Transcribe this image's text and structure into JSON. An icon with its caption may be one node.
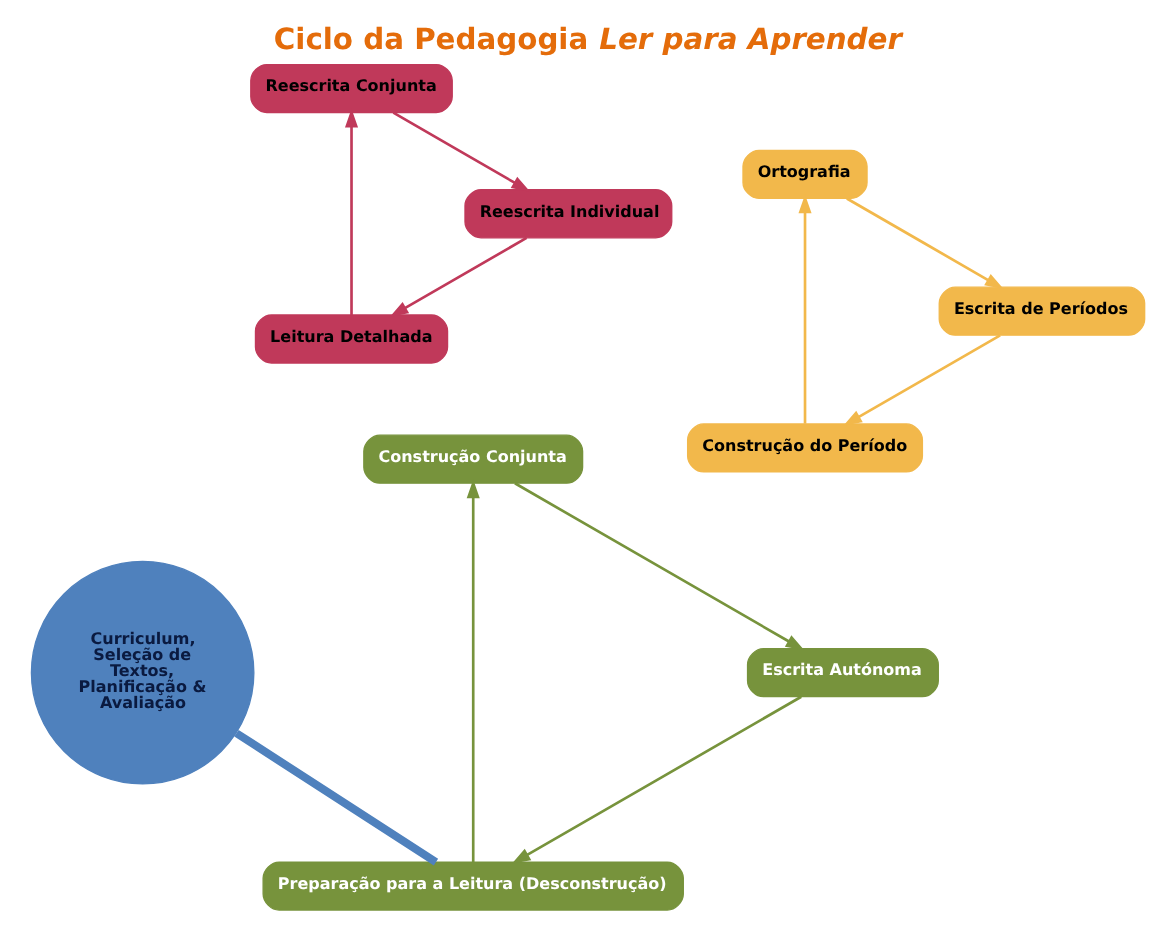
{
  "diagram": {
    "title": "Ciclo da Pedagogia *Ler para Aprender*",
    "nodes": [
      {
        "text": [
          "Curriculum, Seleção de Textos, Planificação & Avaliação"
        ]
      },
      {
        "text": [
          "Preparação para a Leitura (Desconstrução)"
        ]
      },
      {
        "text": [
          "Leitura Detalhada"
        ]
      },
      {
        "text": [
          "Construção do Período"
        ]
      },
      {
        "text": [
          "Escrita de Períodos"
        ]
      },
      {
        "text": [
          "Ortografia"
        ]
      },
      {
        "text": [
          "Reescrita Individual"
        ]
      },
      {
        "text": [
          "Reescrita Conjunta"
        ]
      },
      {
        "text": [
          "Escrita Autónoma"
        ]
      },
      {
        "text": [
          "Construção Conjunta"
        ]
      }
    ],
    "edges": [
      {
        "from": 0,
        "to": 1,
        "arrow": "none",
        "style": "thick",
        "color": "#4f81bd"
      },
      {
        "from": 1,
        "to": 9,
        "arrow": "to",
        "color": "#77933c"
      },
      {
        "from": 9,
        "to": 8,
        "arrow": "to",
        "color": "#77933c"
      },
      {
        "from": 8,
        "to": 1,
        "arrow": "to",
        "color": "#77933c"
      },
      {
        "from": 2,
        "to": 7,
        "arrow": "to",
        "color": "#c0395a"
      },
      {
        "from": 7,
        "to": 6,
        "arrow": "to",
        "color": "#c0395a"
      },
      {
        "from": 6,
        "to": 2,
        "arrow": "to",
        "color": "#c0395a"
      },
      {
        "from": 3,
        "to": 5,
        "arrow": "to",
        "color": "#f2b84b"
      },
      {
        "from": 5,
        "to": 4,
        "arrow": "to",
        "color": "#f2b84b"
      },
      {
        "from": 4,
        "to": 3,
        "arrow": "to",
        "color": "#f2b84b"
      }
    ]
  }
}
